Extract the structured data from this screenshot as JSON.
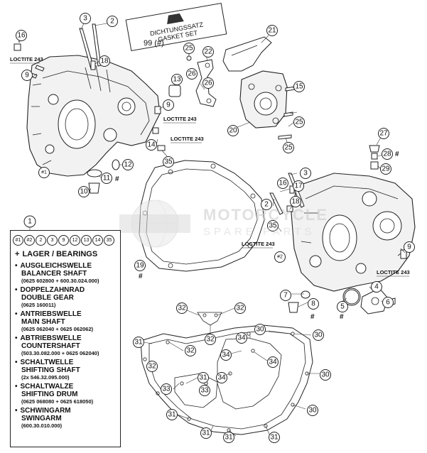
{
  "kit_label": {
    "line1": "DICHTUNGSSATZ",
    "line2": "GASKET SET",
    "ref": "99 (#)"
  },
  "loctite": "LOCTITE 243",
  "hash_mark": "#",
  "watermark": {
    "logo": "MSP",
    "line1": "MOTORCYCLE",
    "line2": "SPARE PARTS"
  },
  "callouts": [
    "1",
    "2",
    "3",
    "4",
    "5",
    "6",
    "7",
    "8",
    "9",
    "10",
    "11",
    "12",
    "13",
    "14",
    "15",
    "16",
    "17",
    "18",
    "19",
    "20",
    "21",
    "22",
    "25",
    "26",
    "27",
    "28",
    "29",
    "30",
    "31",
    "32",
    "33",
    "34",
    "35",
    "#1",
    "#2"
  ],
  "legend": {
    "ref": "1",
    "chips": [
      "#1",
      "#2",
      "2",
      "3",
      "9",
      "12",
      "13",
      "14",
      "35"
    ],
    "title": "LAGER / BEARINGS",
    "items": [
      {
        "line1": "AUSGLEICHSWELLE",
        "line2": "BALANCER SHAFT",
        "line3": "(0625 602800 + 600.30.024.000)"
      },
      {
        "line1": "DOPPELZAHNRAD",
        "line2": "DOUBLE GEAR",
        "line3": "(0625 160011)"
      },
      {
        "line1": "ANTRIEBSWELLE",
        "line2": "MAIN SHAFT",
        "line3": "(0625 062040 + 0625 062062)"
      },
      {
        "line1": "ABTRIEBSWELLE",
        "line2": "COUNTERSHAFT",
        "line3": "(503.30.082.000 + 0625 062040)"
      },
      {
        "line1": "SCHALTWELLE",
        "line2": "SHIFTING SHAFT",
        "line3": "(2x  546.32.095.000)"
      },
      {
        "line1": "SCHALTWALZE",
        "line2": "SHIFTING DRUM",
        "line3": "(0625 068080 + 0625 618050)"
      },
      {
        "line1": "SCHWINGARM",
        "line2": "SWINGARM",
        "line3": "(600.30.010.000)"
      }
    ]
  },
  "colors": {
    "line": "#222222",
    "watermark": "#c9c9c9",
    "watermark_logo": "#e9e9e9"
  }
}
